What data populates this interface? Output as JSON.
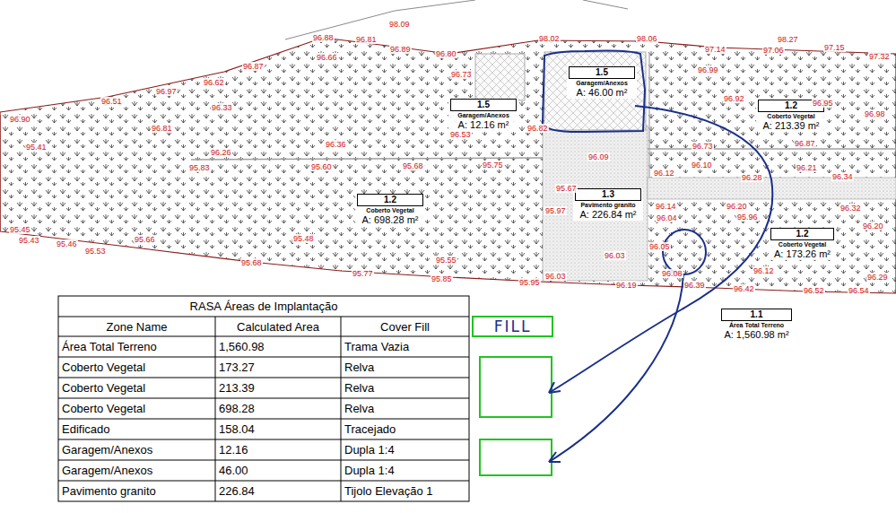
{
  "diagram": {
    "nodes": [
      {
        "text": [
          "1.5",
          "Garagem/Anexos",
          "A: 12.16 m²"
        ]
      },
      {
        "text": [
          "1.5",
          "Garagem/Anexos",
          "A: 46.00 m²"
        ]
      },
      {
        "text": [
          "1.2",
          "Coberto Vegetal",
          "A: 213.39 m²"
        ]
      },
      {
        "text": [
          "1.2",
          "Coberto Vegetal",
          "A: 698.28 m²"
        ]
      },
      {
        "text": [
          "1.3",
          "Pavimento granito",
          "A: 226.84 m²"
        ]
      },
      {
        "text": [
          "1.2",
          "Coberto Vegetal",
          "A: 173.26 m²"
        ]
      },
      {
        "text": [
          "1.1",
          "Área Total Terreno",
          "A: 1,560.98 m²"
        ]
      },
      {
        "text": [
          "FILL"
        ]
      }
    ],
    "labels": [
      "98.09",
      "96.88",
      "96.81",
      "96.89",
      "96.80",
      "98.02",
      "98.06",
      "97.14",
      "98.27",
      "97.06",
      "97.15",
      "97.32",
      "96.66",
      "96.87",
      "96.62",
      "96.97",
      "96.51",
      "96.33",
      "96.90",
      "96.81",
      "96.73",
      "96.53",
      "96.82",
      "96.99",
      "96.92",
      "96.95",
      "96.98",
      "95.41",
      "96.36",
      "96.26",
      "95.83",
      "95.60",
      "95.68",
      "95.75",
      "96.09",
      "96.73",
      "96.87",
      "96.12",
      "96.10",
      "96.28",
      "96.21",
      "96.34",
      "95.67",
      "95.97",
      "96.14",
      "96.04",
      "96.20",
      "95.96",
      "96.32",
      "96.20",
      "95.45",
      "95.43",
      "95.46",
      "95.53",
      "95.66",
      "95.48",
      "96.03",
      "96.05",
      "96.08",
      "95.55",
      "95.68",
      "95.77",
      "95.85",
      "95.95",
      "96.03",
      "96.19",
      "96.39",
      "96.42",
      "96.12",
      "96.52",
      "96.54",
      "96.29",
      "RASA Áreas de Implantação",
      "Zone Name",
      "Calculated Area",
      "Cover Fill",
      "Área Total Terreno",
      "1,560.98",
      "Trama Vazia",
      "Coberto Vegetal",
      "173.27",
      "Relva",
      "Coberto Vegetal",
      "213.39",
      "Relva",
      "Coberto Vegetal",
      "698.28",
      "Relva",
      "Edificado",
      "158.04",
      "Tracejado",
      "Garagem/Anexos",
      "12.16",
      "Dupla 1:4",
      "Garagem/Anexos",
      "46.00",
      "Dupla 1:4",
      "Pavimento granito",
      "226.84",
      "Tijolo Elevação 1"
    ]
  }
}
